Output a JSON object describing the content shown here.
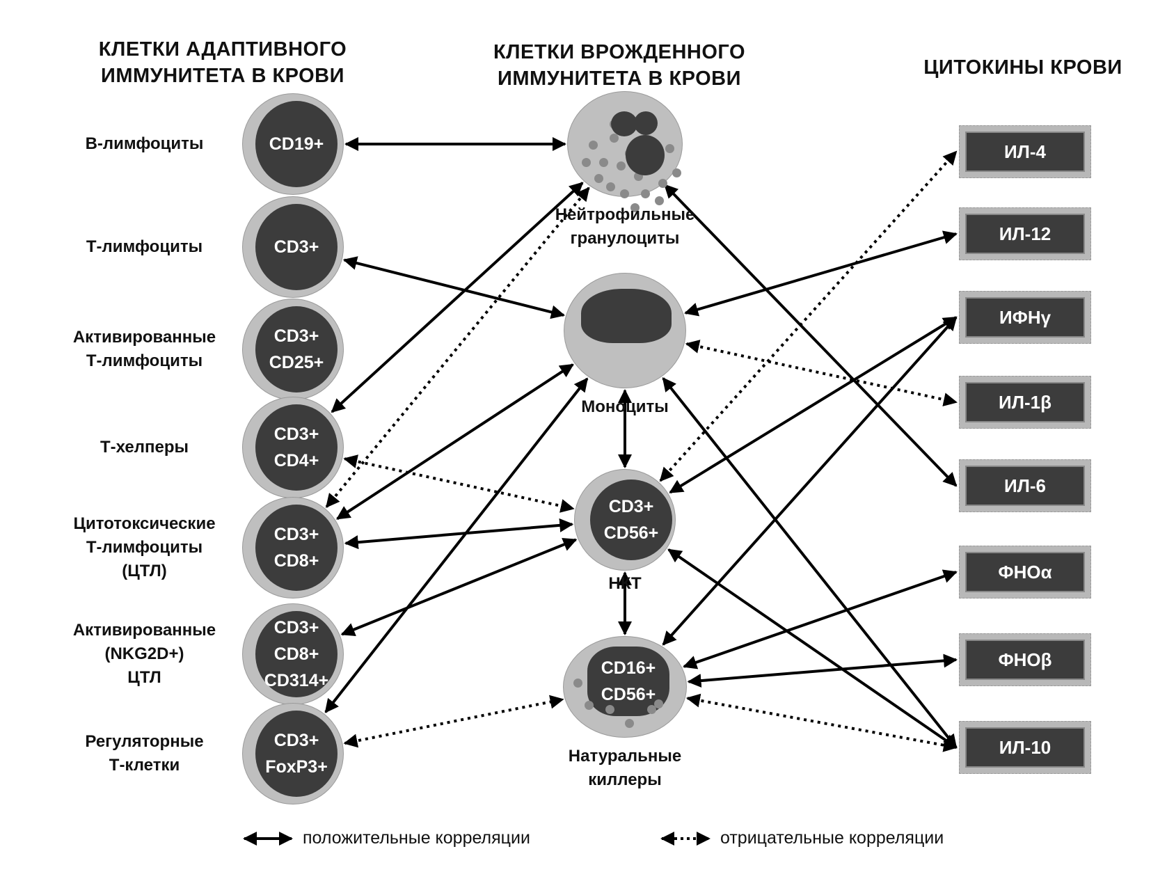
{
  "headers": {
    "adaptive": [
      "КЛЕТКИ АДАПТИВНОГО",
      "ИММУНИТЕТА  В КРОВИ"
    ],
    "innate": [
      "КЛЕТКИ ВРОЖДЕННОГО",
      "ИММУНИТЕТА В КРОВИ"
    ],
    "cytokines": [
      "ЦИТОКИНЫ КРОВИ"
    ]
  },
  "adaptive_cells": [
    {
      "id": "b",
      "label": [
        "В-лимфоциты"
      ],
      "markers": [
        "CD19+"
      ]
    },
    {
      "id": "t",
      "label": [
        "Т-лимфоциты"
      ],
      "markers": [
        "CD3+"
      ]
    },
    {
      "id": "tact",
      "label": [
        "Активированные",
        "Т-лимфоциты"
      ],
      "markers": [
        "CD3+",
        "CD25+"
      ]
    },
    {
      "id": "th",
      "label": [
        "Т-хелперы"
      ],
      "markers": [
        "CD3+",
        "CD4+"
      ]
    },
    {
      "id": "ctl",
      "label": [
        "Цитотоксические",
        "Т-лимфоциты",
        "(ЦТЛ)"
      ],
      "markers": [
        "CD3+",
        "CD8+"
      ]
    },
    {
      "id": "actl",
      "label": [
        "Активированные",
        "(NKG2D+)",
        "ЦТЛ"
      ],
      "markers": [
        "CD3+",
        "CD8+",
        "CD314+"
      ]
    },
    {
      "id": "treg",
      "label": [
        "Регуляторные",
        "Т-клетки"
      ],
      "markers": [
        "CD3+",
        "FoxP3+"
      ]
    }
  ],
  "innate_cells": [
    {
      "id": "neu",
      "label": [
        "Нейтрофильные",
        "гранулоциты"
      ],
      "markers": []
    },
    {
      "id": "mono",
      "label": [
        "Моноциты"
      ],
      "markers": []
    },
    {
      "id": "nkt",
      "label": [
        "НКТ"
      ],
      "markers": [
        "CD3+",
        "CD56+"
      ]
    },
    {
      "id": "nk",
      "label": [
        "Натуральные",
        "киллеры"
      ],
      "markers": [
        "CD16+",
        "CD56+"
      ]
    }
  ],
  "cytokines": [
    {
      "id": "il4",
      "label": "ИЛ-4"
    },
    {
      "id": "il12",
      "label": "ИЛ-12"
    },
    {
      "id": "ifng",
      "label": "ИФНγ"
    },
    {
      "id": "il1b",
      "label": "ИЛ-1β"
    },
    {
      "id": "il6",
      "label": "ИЛ-6"
    },
    {
      "id": "tnfa",
      "label": "ФНОα"
    },
    {
      "id": "tnfb",
      "label": "ФНОβ"
    },
    {
      "id": "il10",
      "label": "ИЛ-10"
    }
  ],
  "correlations": [
    {
      "from": "b",
      "to": "neu",
      "type": "positive"
    },
    {
      "from": "t",
      "to": "mono",
      "type": "positive"
    },
    {
      "from": "th",
      "to": "neu",
      "type": "positive"
    },
    {
      "from": "ctl",
      "to": "neu",
      "type": "negative"
    },
    {
      "from": "th",
      "to": "nkt",
      "type": "negative"
    },
    {
      "from": "ctl",
      "to": "mono",
      "type": "positive"
    },
    {
      "from": "ctl",
      "to": "nkt",
      "type": "positive"
    },
    {
      "from": "actl",
      "to": "nkt",
      "type": "positive"
    },
    {
      "from": "treg",
      "to": "mono",
      "type": "positive"
    },
    {
      "from": "treg",
      "to": "nk",
      "type": "negative"
    },
    {
      "from": "mono",
      "to": "nkt",
      "type": "positive"
    },
    {
      "from": "nkt",
      "to": "nk",
      "type": "positive"
    },
    {
      "from": "neu",
      "to": "il6",
      "type": "positive"
    },
    {
      "from": "mono",
      "to": "il12",
      "type": "positive"
    },
    {
      "from": "mono",
      "to": "il1b",
      "type": "negative"
    },
    {
      "from": "mono",
      "to": "il10",
      "type": "positive"
    },
    {
      "from": "nkt",
      "to": "il4",
      "type": "negative"
    },
    {
      "from": "nkt",
      "to": "ifng",
      "type": "positive"
    },
    {
      "from": "nkt",
      "to": "il10",
      "type": "positive"
    },
    {
      "from": "nk",
      "to": "ifng",
      "type": "positive"
    },
    {
      "from": "nk",
      "to": "tnfa",
      "type": "positive"
    },
    {
      "from": "nk",
      "to": "tnfb",
      "type": "positive"
    },
    {
      "from": "nk",
      "to": "il10",
      "type": "negative"
    }
  ],
  "legend": {
    "positive": "положительные корреляции",
    "negative": "отрицательные корреляции"
  }
}
